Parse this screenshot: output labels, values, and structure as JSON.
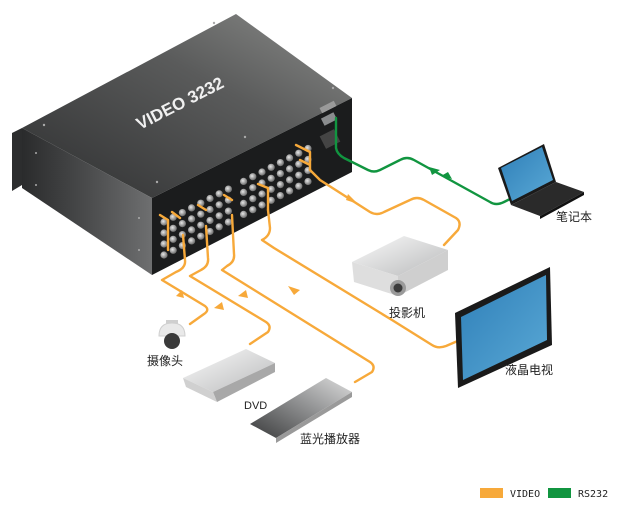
{
  "device": {
    "name": "VIDEO 3232",
    "body_color": "#3a3b3c"
  },
  "devices": {
    "laptop": {
      "label": "笔记本",
      "icon": "laptop-icon"
    },
    "projector": {
      "label": "投影机",
      "icon": "projector-icon"
    },
    "lcd_tv": {
      "label": "液晶电视",
      "icon": "lcd-tv-icon"
    },
    "camera": {
      "label": "摄像头",
      "icon": "dome-camera-icon"
    },
    "dvd": {
      "label": "DVD",
      "icon": "dvd-player-icon"
    },
    "bluray": {
      "label": "蓝光播放器",
      "icon": "bluray-player-icon"
    }
  },
  "connections": [
    {
      "from": "camera",
      "to": "device",
      "type": "VIDEO"
    },
    {
      "from": "dvd",
      "to": "device",
      "type": "VIDEO"
    },
    {
      "from": "bluray",
      "to": "device",
      "type": "VIDEO"
    },
    {
      "from": "device",
      "to": "projector",
      "type": "VIDEO"
    },
    {
      "from": "device",
      "to": "lcd_tv",
      "type": "VIDEO"
    },
    {
      "from": "device",
      "to": "laptop",
      "type": "RS232",
      "bidirectional": true
    }
  ],
  "legend": [
    {
      "label": "VIDEO",
      "color": "#f7a93a"
    },
    {
      "label": "RS232",
      "color": "#119540"
    }
  ]
}
